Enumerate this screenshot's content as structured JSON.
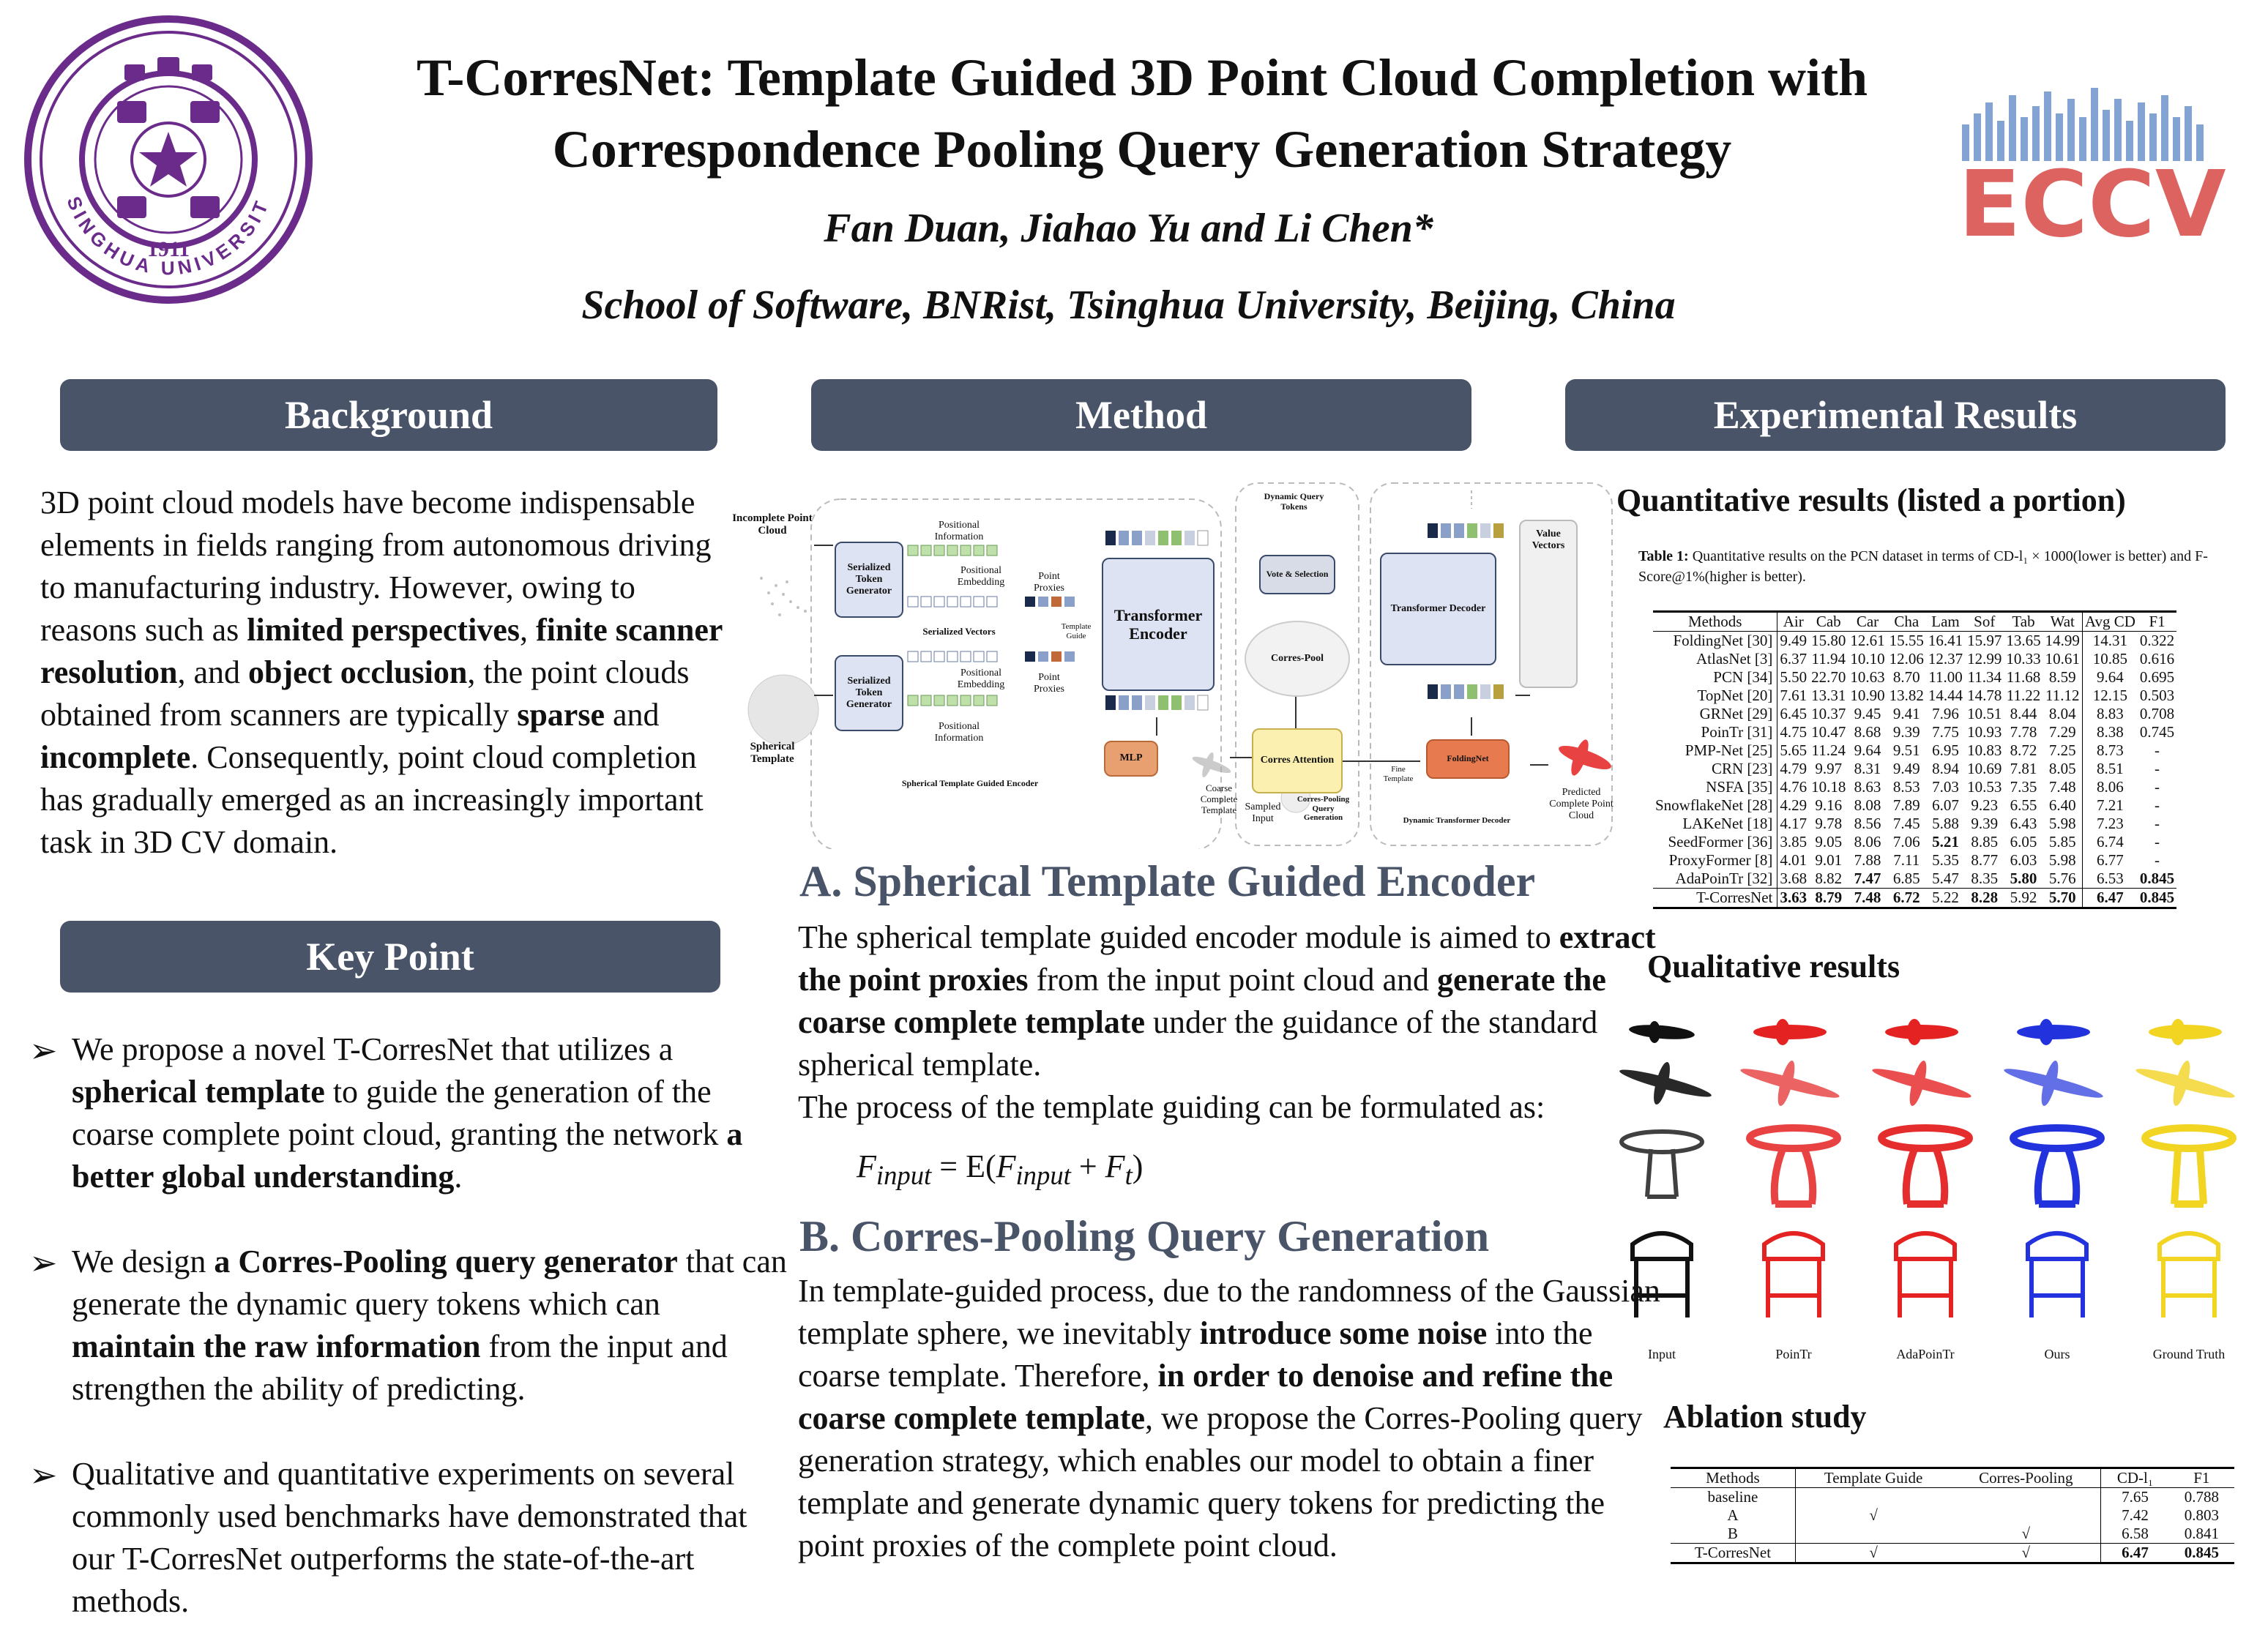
{
  "header": {
    "title_line1": "T-CorresNet: Template Guided 3D Point Cloud Completion with",
    "title_line2": "Correspondence Pooling Query Generation Strategy",
    "authors": "Fan Duan, Jiahao Yu and Li Chen*",
    "affiliation": "School of Software, BNRist, Tsinghua University, Beijing, China",
    "university_seal_text": "TSINGHUA UNIVERSITY",
    "seal_year": "1911",
    "conference_logo": "ECCV"
  },
  "sections": {
    "background": "Background",
    "method": "Method",
    "results": "Experimental Results",
    "key_point": "Key Point"
  },
  "background": {
    "t1": "3D point cloud models have become indispensable elements in fields ranging from autonomous driving to manufacturing industry. However, owing to reasons such as ",
    "b1": "limited perspectives",
    "t2": ", ",
    "b2": "finite scanner resolution",
    "t3": ", and ",
    "b3": "object occlusion",
    "t4": ", the point clouds obtained from scanners are typically ",
    "b4": "sparse",
    "t5": " and ",
    "b5": "incomplete",
    "t6": ". Consequently, point cloud completion has gradually emerged as an increasingly important task in 3D CV domain."
  },
  "key_points": {
    "p1": {
      "t1": "We propose a novel T-CorresNet that utilizes a ",
      "b1": "spherical template",
      "t2": " to guide the generation of the coarse complete point cloud, granting the network ",
      "b2": "a better global understanding",
      "t3": "."
    },
    "p2": {
      "t1": "We design ",
      "b1": "a Corres-Pooling query generator",
      "t2": " that can generate the dynamic query tokens which can ",
      "b2": "maintain the raw information",
      "t3": " from the input and strengthen the ability of predicting."
    },
    "p3": {
      "t1": "Qualitative and quantitative experiments on several commonly used benchmarks have demonstrated that our T-CorresNet outperforms the state-of-the-art methods."
    }
  },
  "diagram": {
    "incomplete_pc": "Incomplete Point Cloud",
    "spherical_template": "Spherical Template",
    "stg1": "Serialized Token Generator",
    "stg2": "Serialized Token Generator",
    "pos_info1": "Positional Information",
    "pos_emb1": "Positional Embedding",
    "serialized_vectors": "Serialized Vectors",
    "pos_info2": "Positional Information",
    "pos_emb2": "Positional Embedding",
    "point_proxies1": "Point Proxies",
    "template_guide": "Template Guide",
    "point_proxies2": "Point Proxies",
    "transformer_encoder": "Transformer Encoder",
    "mlp": "MLP",
    "encoder_caption": "Spherical Template Guided Encoder",
    "coarse_template": "Coarse Complete Template",
    "dyn_query": "Dynamic Query Tokens",
    "vote_sel": "Vote & Selection",
    "corres_pool": "Corres-Pool",
    "corres_attn": "Corres Attention",
    "sampled_input": "Sampled Input",
    "cpqg": "Corres-Pooling Query Generation",
    "transformer_decoder": "Transformer Decoder",
    "value_vectors": "Value Vectors",
    "folding": "FoldingNet",
    "fine_template": "Fine Template",
    "decoder_caption": "Dynamic Transformer Decoder",
    "predicted": "Predicted Complete Point Cloud"
  },
  "method": {
    "secA": "A. Spherical Template Guided Encoder",
    "a_t1": "The spherical template guided encoder module is aimed to ",
    "a_b1": "extract the point proxies",
    "a_t2": " from the input point cloud and ",
    "a_b2": "generate the coarse complete template",
    "a_t3": " under the guidance of the standard spherical template.",
    "a_t4": "The process of the template guiding can be formulated as:",
    "formula_lhs": "F",
    "formula_sub": "input",
    "formula_eq": " = E(",
    "formula_plus": " + ",
    "formula_t": "t",
    "formula_close": ")",
    "secB": "B. Corres-Pooling Query Generation",
    "b_t1": "In template-guided process, due to the randomness of the Gaussian template sphere, we inevitably ",
    "b_b1": "introduce some noise",
    "b_t2": " into the coarse template. Therefore, ",
    "b_b2": "in order to denoise and refine the coarse complete template",
    "b_t3": ", we propose the Corres-Pooling query generation strategy, which enables our model to obtain a finer template and generate dynamic query tokens for predicting the point proxies of the complete point cloud."
  },
  "results": {
    "quant_title": "Quantitative results (listed a portion)",
    "caption_bold": "Table 1:",
    "caption_text": " Quantitative results on the PCN dataset in terms of CD-l₁ × 1000(lower is better) and F-Score@1%(higher is better).",
    "columns": [
      "Methods",
      "Air",
      "Cab",
      "Car",
      "Cha",
      "Lam",
      "Sof",
      "Tab",
      "Wat",
      "Avg CD",
      "F1"
    ],
    "rows": [
      [
        "FoldingNet [30]",
        "9.49",
        "15.80",
        "12.61",
        "15.55",
        "16.41",
        "15.97",
        "13.65",
        "14.99",
        "14.31",
        "0.322"
      ],
      [
        "AtlasNet [3]",
        "6.37",
        "11.94",
        "10.10",
        "12.06",
        "12.37",
        "12.99",
        "10.33",
        "10.61",
        "10.85",
        "0.616"
      ],
      [
        "PCN [34]",
        "5.50",
        "22.70",
        "10.63",
        "8.70",
        "11.00",
        "11.34",
        "11.68",
        "8.59",
        "9.64",
        "0.695"
      ],
      [
        "TopNet [20]",
        "7.61",
        "13.31",
        "10.90",
        "13.82",
        "14.44",
        "14.78",
        "11.22",
        "11.12",
        "12.15",
        "0.503"
      ],
      [
        "GRNet [29]",
        "6.45",
        "10.37",
        "9.45",
        "9.41",
        "7.96",
        "10.51",
        "8.44",
        "8.04",
        "8.83",
        "0.708"
      ],
      [
        "PoinTr [31]",
        "4.75",
        "10.47",
        "8.68",
        "9.39",
        "7.75",
        "10.93",
        "7.78",
        "7.29",
        "8.38",
        "0.745"
      ],
      [
        "PMP-Net [25]",
        "5.65",
        "11.24",
        "9.64",
        "9.51",
        "6.95",
        "10.83",
        "8.72",
        "7.25",
        "8.73",
        "-"
      ],
      [
        "CRN [23]",
        "4.79",
        "9.97",
        "8.31",
        "9.49",
        "8.94",
        "10.69",
        "7.81",
        "8.05",
        "8.51",
        "-"
      ],
      [
        "NSFA [35]",
        "4.76",
        "10.18",
        "8.63",
        "8.53",
        "7.03",
        "10.53",
        "7.35",
        "7.48",
        "8.06",
        "-"
      ],
      [
        "SnowflakeNet [28]",
        "4.29",
        "9.16",
        "8.08",
        "7.89",
        "6.07",
        "9.23",
        "6.55",
        "6.40",
        "7.21",
        "-"
      ],
      [
        "LAKeNet [18]",
        "4.17",
        "9.78",
        "8.56",
        "7.45",
        "5.88",
        "9.39",
        "6.43",
        "5.98",
        "7.23",
        "-"
      ],
      [
        "SeedFormer [36]",
        "3.85",
        "9.05",
        "8.06",
        "7.06",
        "5.21",
        "8.85",
        "6.05",
        "5.85",
        "6.74",
        "-"
      ],
      [
        "ProxyFormer [8]",
        "4.01",
        "9.01",
        "7.88",
        "7.11",
        "5.35",
        "8.77",
        "6.03",
        "5.98",
        "6.77",
        "-"
      ],
      [
        "AdaPoinTr [32]",
        "3.68",
        "8.82",
        "7.47",
        "6.85",
        "5.47",
        "8.35",
        "5.80",
        "5.76",
        "6.53",
        "0.845"
      ],
      [
        "T-CorresNet",
        "3.63",
        "8.79",
        "7.48",
        "6.72",
        "5.22",
        "8.28",
        "5.92",
        "5.70",
        "6.47",
        "0.845"
      ]
    ],
    "qual_title": "Qualitative results",
    "qual_labels": [
      "Input",
      "PoinTr",
      "AdaPoinTr",
      "Ours",
      "Ground Truth"
    ],
    "ablation_title": "Ablation study",
    "abl_columns": [
      "Methods",
      "Template Guide",
      "Corres-Pooling",
      "CD-l₁",
      "F1"
    ],
    "abl_rows": [
      [
        "baseline",
        "",
        "",
        "7.65",
        "0.788"
      ],
      [
        "A",
        "√",
        "",
        "7.42",
        "0.803"
      ],
      [
        "B",
        "",
        "√",
        "6.58",
        "0.841"
      ],
      [
        "T-CorresNet",
        "√",
        "√",
        "6.47",
        "0.845"
      ]
    ]
  },
  "colors": {
    "header_bg": "#4a5468",
    "accent": "#4a5468",
    "seal": "#6a2b8a",
    "pred_red": "#e52222",
    "ours_blue": "#2233dd",
    "gt_yellow": "#f2d422"
  }
}
